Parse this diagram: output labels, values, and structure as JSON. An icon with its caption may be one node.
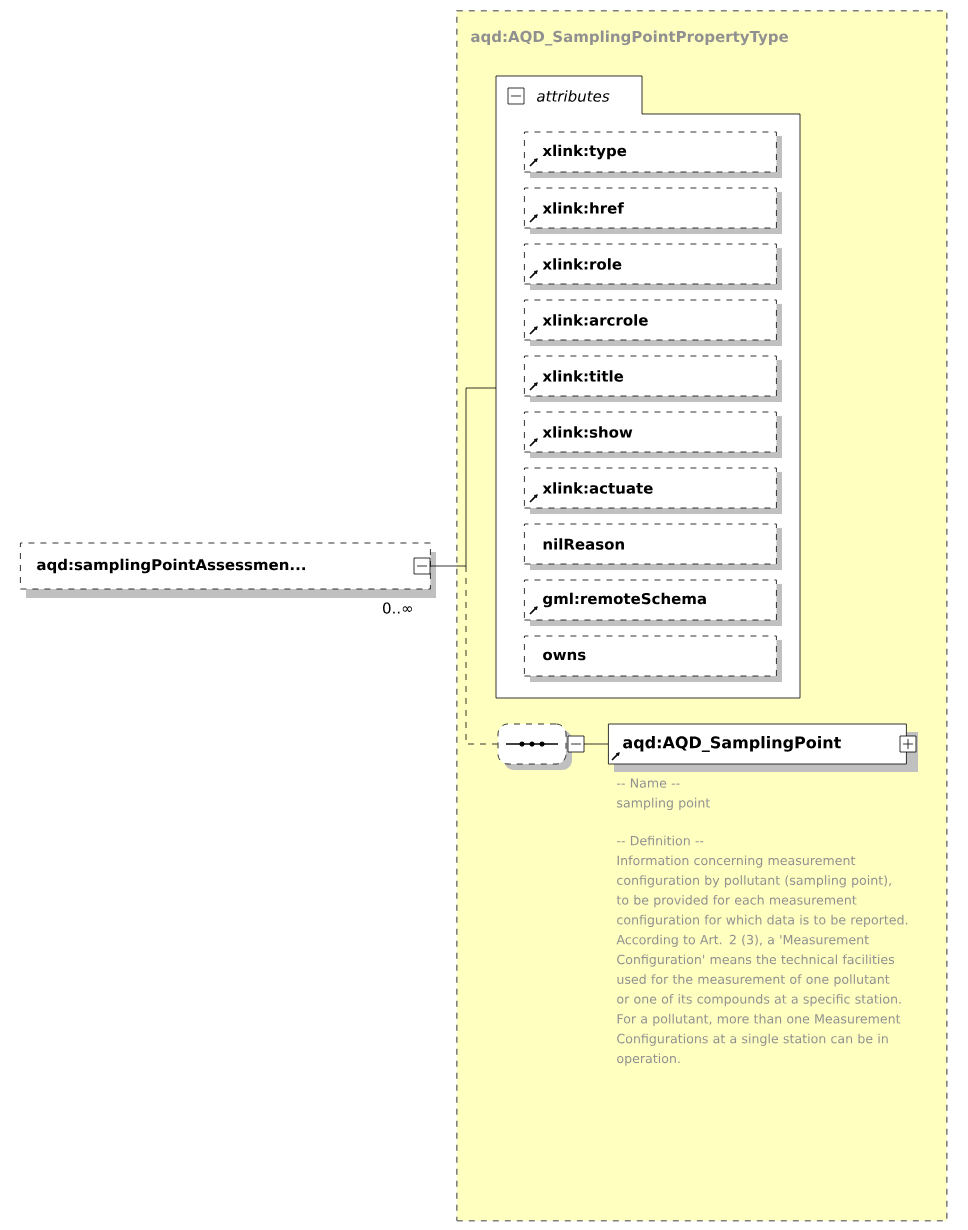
{
  "diagram": {
    "nodes": [
      {
        "text": [
          "aqd:samplingPointAssessmen..."
        ],
        "beside": [
          "0..∞"
        ]
      },
      {
        "text": [
          "aqd:AQD_SamplingPointPropertyType"
        ]
      },
      {
        "text": [
          "attributes"
        ],
        "in": 1
      },
      {
        "text": [
          "xlink:type"
        ],
        "in": 2
      },
      {
        "text": [
          "xlink:href"
        ],
        "in": 2
      },
      {
        "text": [
          "xlink:role"
        ],
        "in": 2
      },
      {
        "text": [
          "xlink:arcrole"
        ],
        "in": 2
      },
      {
        "text": [
          "xlink:title"
        ],
        "in": 2
      },
      {
        "text": [
          "xlink:show"
        ],
        "in": 2
      },
      {
        "text": [
          "xlink:actuate"
        ],
        "in": 2
      },
      {
        "text": [
          "nilReason"
        ],
        "in": 2
      },
      {
        "text": [
          "gml:remoteSchema"
        ],
        "in": 2
      },
      {
        "text": [
          "owns"
        ],
        "in": 2
      },
      {
        "text": [],
        "shape": "box",
        "in": 1
      },
      {
        "text": [
          "aqd:AQD_SamplingPoint"
        ],
        "in": 1,
        "beside": [
          "-- Name --",
          "sampling point",
          "-- Definition --",
          "Information concerning measurement configuration by pollutant (sampling point), to be provided for each measurement configuration for which data is to be reported.",
          "According to Art. 2 (3), a 'Measurement Configuration' means the technical facilities used for the measurement of one pollutant or one of its compounds at a specific station. For a pollutant, more than one Measurement Configurations at a single station can be in operation."
        ]
      }
    ],
    "edges": [
      {
        "from": 0,
        "to": 2,
        "arrow": "none"
      },
      {
        "from": 0,
        "to": 13,
        "arrow": "none",
        "style": "dashed"
      },
      {
        "from": 13,
        "to": 14,
        "arrow": "none"
      }
    ]
  }
}
